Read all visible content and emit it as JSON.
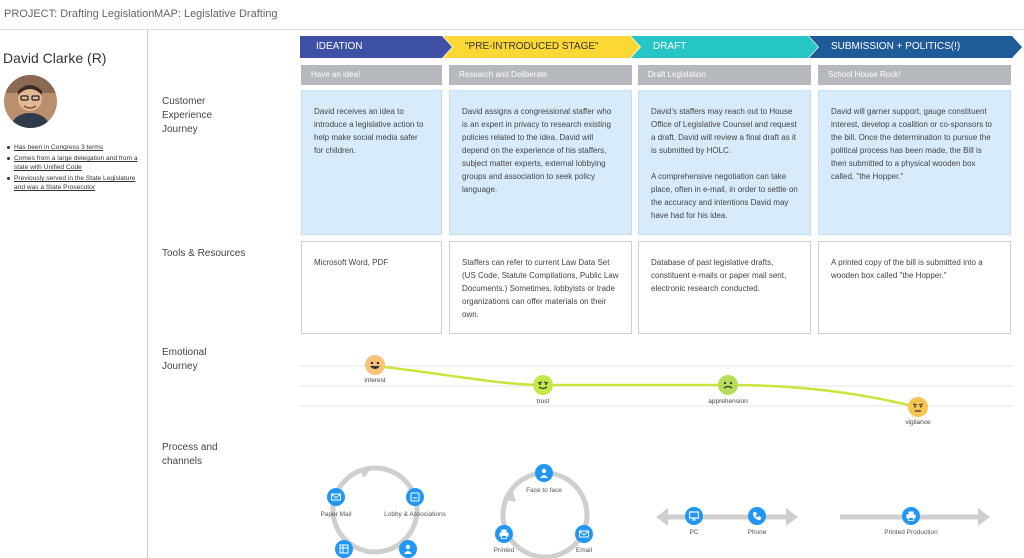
{
  "header": {
    "project": "PROJECT: Drafting Legislation",
    "map": "MAP: Legislative Drafting"
  },
  "persona": {
    "name": "David Clarke (R)",
    "bullets": [
      "Has been in Congress 3 terms",
      "Comes from a large delegation and from a state with Unified Code",
      "Previously served in the State Legislature and was a State Prosecutor"
    ]
  },
  "rows": {
    "experience": "Customer Experience Journey",
    "tools": "Tools & Resources",
    "emotion": "Emotional Journey",
    "process": "Process and channels"
  },
  "stages": [
    {
      "label": "IDEATION",
      "color": "#3f51a5",
      "text_color": "#ffffff",
      "subtitle": "Have an idea!",
      "experience": [
        "David receives an idea to introduce a legislative action to help make social media safer for children."
      ],
      "tools": "Microsoft Word, PDF"
    },
    {
      "label": "\"PRE-INTRODUCED STAGE\"",
      "color": "#fdd835",
      "text_color": "#333333",
      "subtitle": "Research and Deliberate",
      "experience": [
        "David assigns a congressional staffer who is an expert in privacy to research existing policies related to the idea. David will depend on the experience of his staffers, subject matter experts, external lobbying groups and association to seek policy language."
      ],
      "tools": "Staffers can refer to current Law Data Set (US Code, Statute Compilations, Public Law Documents.) Sometimes, lobbyists or trade organizations can offer materials on their own."
    },
    {
      "label": "DRAFT",
      "color": "#26c6c6",
      "text_color": "#ffffff",
      "subtitle": "Draft Legislation",
      "experience": [
        "David's staffers may reach out to House Office of Legislative Counsel and request a draft. David will review a final draft as it is submitted by HOLC.",
        "A comprehensive negotiation can take place, often in e-mail, in order to settle on the accuracy and intentions David may have had for his idea."
      ],
      "tools": "Database of past legislative drafts, constituent e-mails or paper mail sent, electronic research conducted."
    },
    {
      "label": "SUBMISSION + POLITICS(!)",
      "color": "#1f5a99",
      "text_color": "#ffffff",
      "subtitle": "School House Rock!",
      "experience": [
        "David will garner support, gauge constituent interest, develop a coalition or co-sponsors to the bill. Once the determination to pursue the political process has been made, the Bill is then submitted to a physical wooden box called, \"the Hopper.\""
      ],
      "tools": "A printed copy of the bill is submitted into a wooden box called \"the Hopper.\""
    }
  ],
  "emotions": [
    {
      "label": "interest",
      "level": 3,
      "color": "#f7c27a"
    },
    {
      "label": "trust",
      "level": 2,
      "color": "#c6e84a"
    },
    {
      "label": "apprehension",
      "level": 2,
      "color": "#b5dd5a"
    },
    {
      "label": "vigilance",
      "level": 1,
      "color": "#f6c453"
    }
  ],
  "channels": {
    "paper_mail": "Paper Mail",
    "lobby": "Lobby & Associations",
    "face": "Face to face",
    "printed": "Printed",
    "email": "Email",
    "pc": "PC",
    "phone": "Phone",
    "printed_production": "Printed Production"
  },
  "colors": {
    "node": "#2196f3",
    "emotion_line": "#cbe43c"
  }
}
